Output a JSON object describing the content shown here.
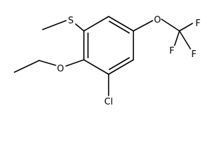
{
  "molecule": {
    "atoms": {
      "sulfur": "S",
      "ether_oxygen": "O",
      "trifluoromethoxy_oxygen": "O",
      "fluorine_top": "F",
      "fluorine_right": "F",
      "fluorine_bottom": "F",
      "chlorine": "Cl"
    },
    "colors": {
      "bond": "#000000",
      "label": "#000000",
      "background": "#ffffff"
    }
  }
}
